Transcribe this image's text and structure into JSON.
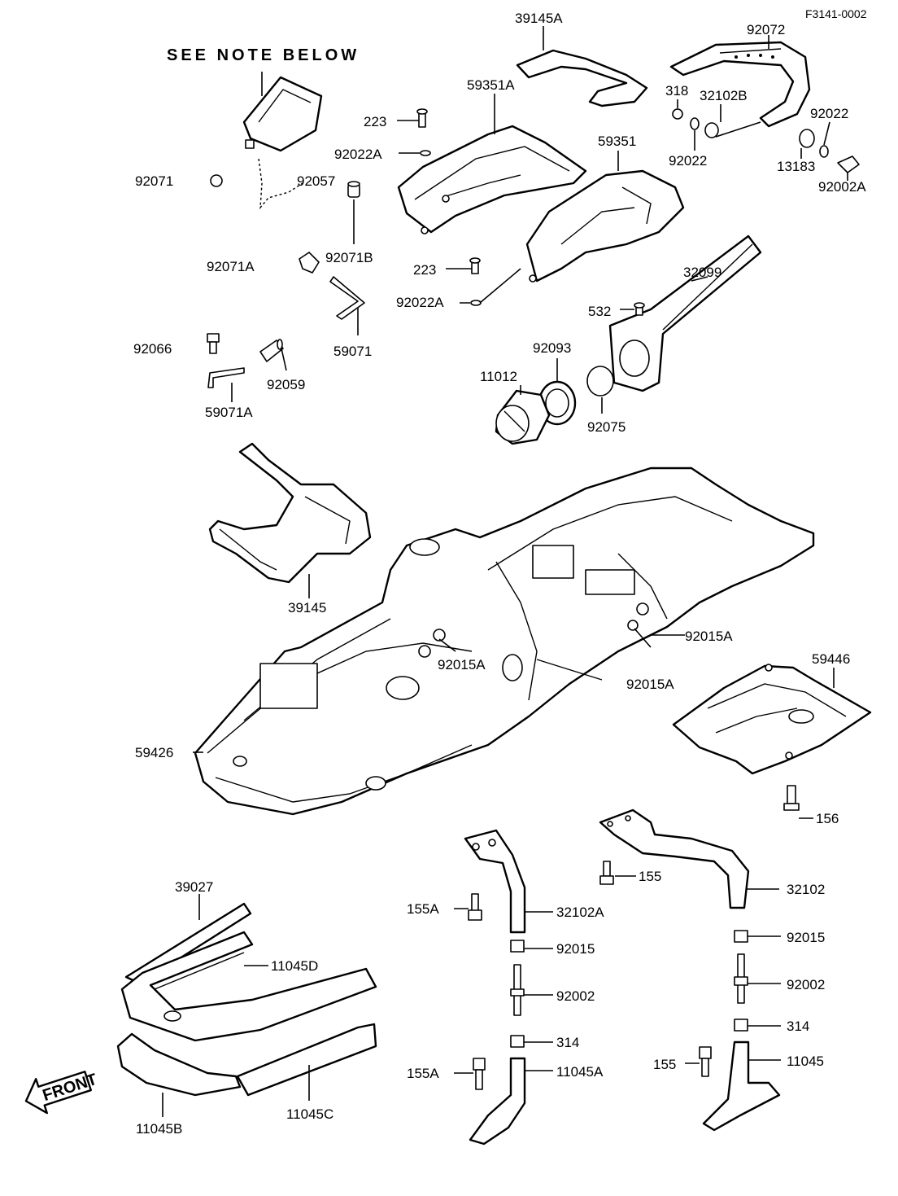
{
  "figure_code": "F3141-0002",
  "note": "SEE NOTE BELOW",
  "front_arrow": "FRONT",
  "labels": {
    "p39145A": "39145A",
    "p92072": "92072",
    "p59351A": "59351A",
    "p318": "318",
    "p32102B": "32102B",
    "p92022_top": "92022",
    "p223_a": "223",
    "p92022A_a": "92022A",
    "p59351": "59351",
    "p92022_mid": "92022",
    "p13183": "13183",
    "p92002A": "92002A",
    "p92071": "92071",
    "p92057": "92057",
    "p92071B": "92071B",
    "p92071A": "92071A",
    "p223_b": "223",
    "p92022A_b": "92022A",
    "p32099": "32099",
    "p532": "532",
    "p59071": "59071",
    "p92066": "92066",
    "p92093": "92093",
    "p11012": "11012",
    "p92059": "92059",
    "p59071A": "59071A",
    "p92075": "92075",
    "p39145": "39145",
    "p92015A_a": "92015A",
    "p92015A_b": "92015A",
    "p92015A_c": "92015A",
    "p59446": "59446",
    "p59426": "59426",
    "p156": "156",
    "p155_a": "155",
    "p32102": "32102",
    "p39027": "39027",
    "p155A_a": "155A",
    "p32102A": "32102A",
    "p92015_a": "92015",
    "p92015_b": "92015",
    "p11045D": "11045D",
    "p92002_a": "92002",
    "p92002_b": "92002",
    "p314_a": "314",
    "p314_b": "314",
    "p155A_b": "155A",
    "p11045A": "11045A",
    "p155_b": "155",
    "p11045": "11045",
    "p11045B": "11045B",
    "p11045C": "11045C"
  }
}
